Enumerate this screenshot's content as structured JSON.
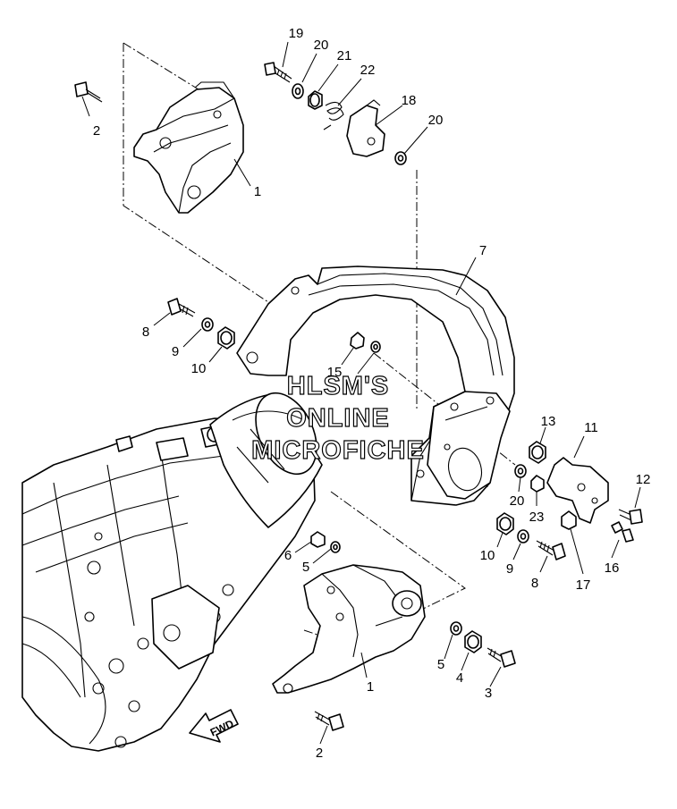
{
  "callouts": {
    "c19": "19",
    "c20a": "20",
    "c21": "21",
    "c22": "22",
    "c18": "18",
    "c20b": "20",
    "c2a": "2",
    "c1a": "1",
    "c7": "7",
    "c8a": "8",
    "c9a": "9",
    "c10a": "10",
    "c15": "15",
    "c13": "13",
    "c11": "11",
    "c12": "12",
    "c20c": "20",
    "c23": "23",
    "c16": "16",
    "c17": "17",
    "c10b": "10",
    "c9b": "9",
    "c8b": "8",
    "c6": "6",
    "c5a": "5",
    "c1b": "1",
    "c5b": "5",
    "c4": "4",
    "c3": "3",
    "c2b": "2"
  },
  "watermark": {
    "line1": "HLSM'S",
    "line2": "ONLINE",
    "line3": "MICROFICHE"
  },
  "fwd_label": "FWD"
}
